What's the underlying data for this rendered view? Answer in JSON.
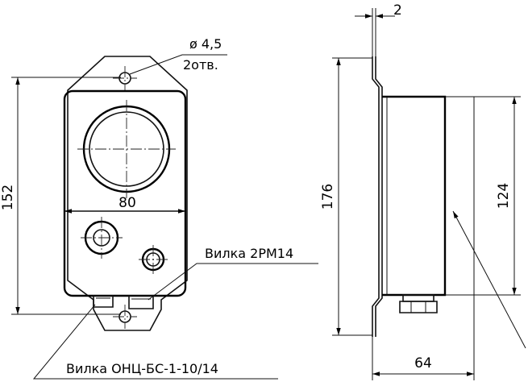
{
  "front_view": {
    "hole_diameter": "ø 4,5",
    "hole_count": "2отв.",
    "dim_height": "152",
    "dim_width": "80"
  },
  "side_view": {
    "dim_thickness": "2",
    "dim_flange_height": "176",
    "dim_body_height": "124",
    "dim_depth": "64"
  },
  "labels": {
    "connector_2rm14": "Вилка 2РМ14",
    "connector_onc": "Вилка ОНЦ-БС-1-10/14"
  }
}
